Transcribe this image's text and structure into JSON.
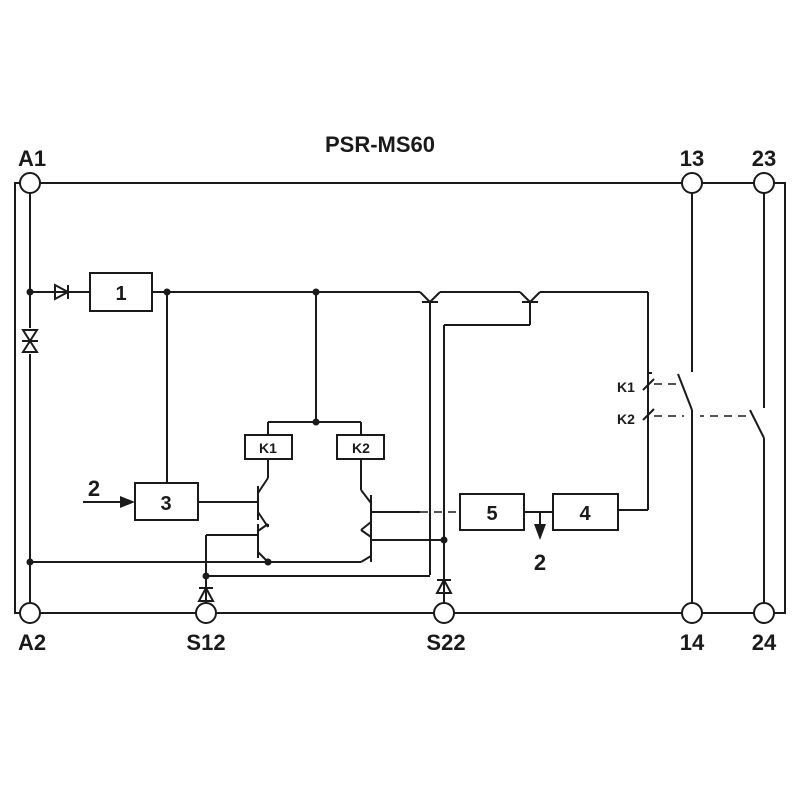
{
  "title": "PSR-MS60",
  "terminals": {
    "a1": "A1",
    "a2": "A2",
    "t13": "13",
    "t23": "23",
    "t14": "14",
    "t24": "24",
    "s12": "S12",
    "s22": "S22"
  },
  "blocks": {
    "b1": "1",
    "b3": "3",
    "b4": "4",
    "b5": "5"
  },
  "relays": {
    "k1": "K1",
    "k2": "K2"
  },
  "contacts": {
    "k1": "K1",
    "k2": "K2"
  },
  "signals": {
    "in2": "2",
    "out2": "2"
  }
}
